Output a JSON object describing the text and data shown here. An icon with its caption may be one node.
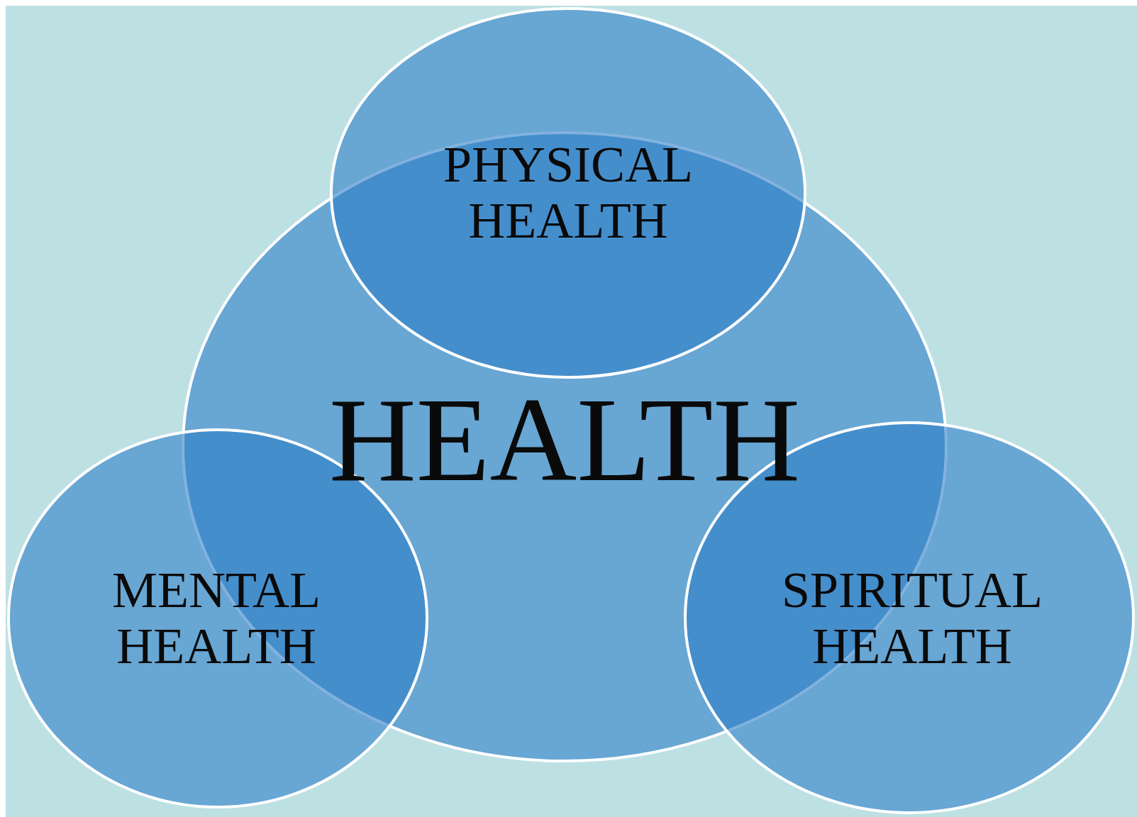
{
  "diagram": {
    "nodes": [
      {
        "text": [
          "PHYSICAL HEALTH"
        ]
      },
      {
        "text": [
          "HEALTH"
        ]
      },
      {
        "text": [
          "MENTAL HEALTH"
        ]
      },
      {
        "text": [
          "SPIRITUAL HEALTH"
        ]
      }
    ]
  }
}
